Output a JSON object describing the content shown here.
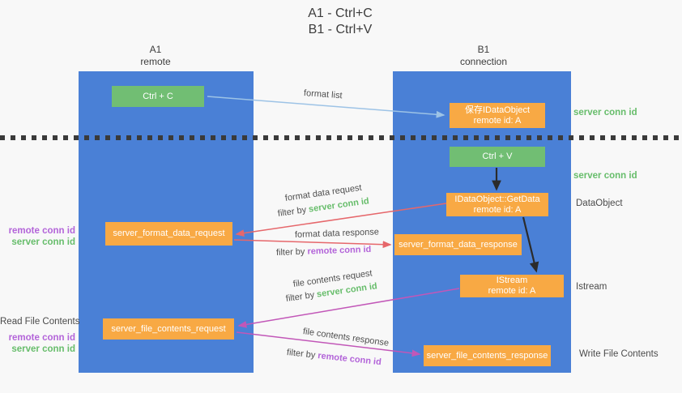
{
  "title": {
    "line1": "A1 - Ctrl+C",
    "line2": "B1 - Ctrl+V"
  },
  "columns": {
    "a": {
      "id": "A1",
      "role": "remote"
    },
    "b": {
      "id": "B1",
      "role": "connection"
    }
  },
  "boxes": {
    "ctrl_c": {
      "label": "Ctrl + C"
    },
    "ctrl_v": {
      "label": "Ctrl + V"
    },
    "save_dataobject": {
      "line1": "保存IDataObject",
      "line2": "remote id: A"
    },
    "getdata": {
      "line1": "IDataObject::GetData",
      "line2": "remote id: A"
    },
    "istream": {
      "line1": "IStream",
      "line2": "remote id: A"
    },
    "format_request": {
      "label": "server_format_data_request"
    },
    "format_response": {
      "label": "server_format_data_response"
    },
    "file_request": {
      "label": "server_file_contents_request"
    },
    "file_response": {
      "label": "server_file_contents_response"
    }
  },
  "arrow_labels": {
    "format_list": "format list",
    "format_data_request": "format data request",
    "format_data_response": "format data response",
    "file_contents_request": "file contents request",
    "file_contents_response": "file contents response",
    "filter_by": "filter by",
    "server_conn_id": "server conn id",
    "remote_conn_id": "remote conn id"
  },
  "side_labels": {
    "server_conn_id": "server conn id",
    "remote_conn_id": "remote conn id",
    "dataobject": "DataObject",
    "istream": "Istream",
    "read_file_contents": "Read File Contents",
    "write_file_contents": "Write File Contents"
  },
  "colors": {
    "bg": "#f8f8f8",
    "column_blue": "#4a80d6",
    "box_green": "#71be73",
    "box_orange": "#f8a944",
    "text_dark": "#4a4a4a",
    "text_green": "#67bd6b",
    "text_purple": "#b364d9",
    "arrow_blue": "#9dc3e6",
    "arrow_red": "#e6676b",
    "arrow_magenta": "#c257b8",
    "arrow_black": "#2b2b2b",
    "dash": "#3a3a3a"
  }
}
